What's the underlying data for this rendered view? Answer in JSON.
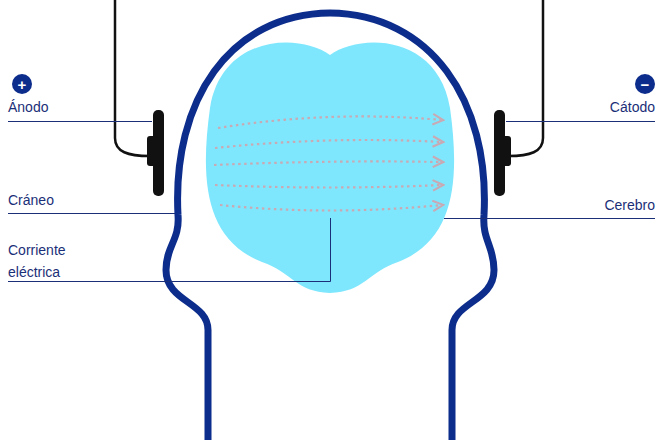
{
  "diagram": {
    "nodes": [
      {
        "text": [
          "+"
        ]
      },
      {
        "text": [
          "−"
        ]
      }
    ],
    "labels": [
      "Ánodo",
      "Cátodo",
      "Cráneo",
      "Cerebro",
      "Corriente eléctrica"
    ]
  }
}
